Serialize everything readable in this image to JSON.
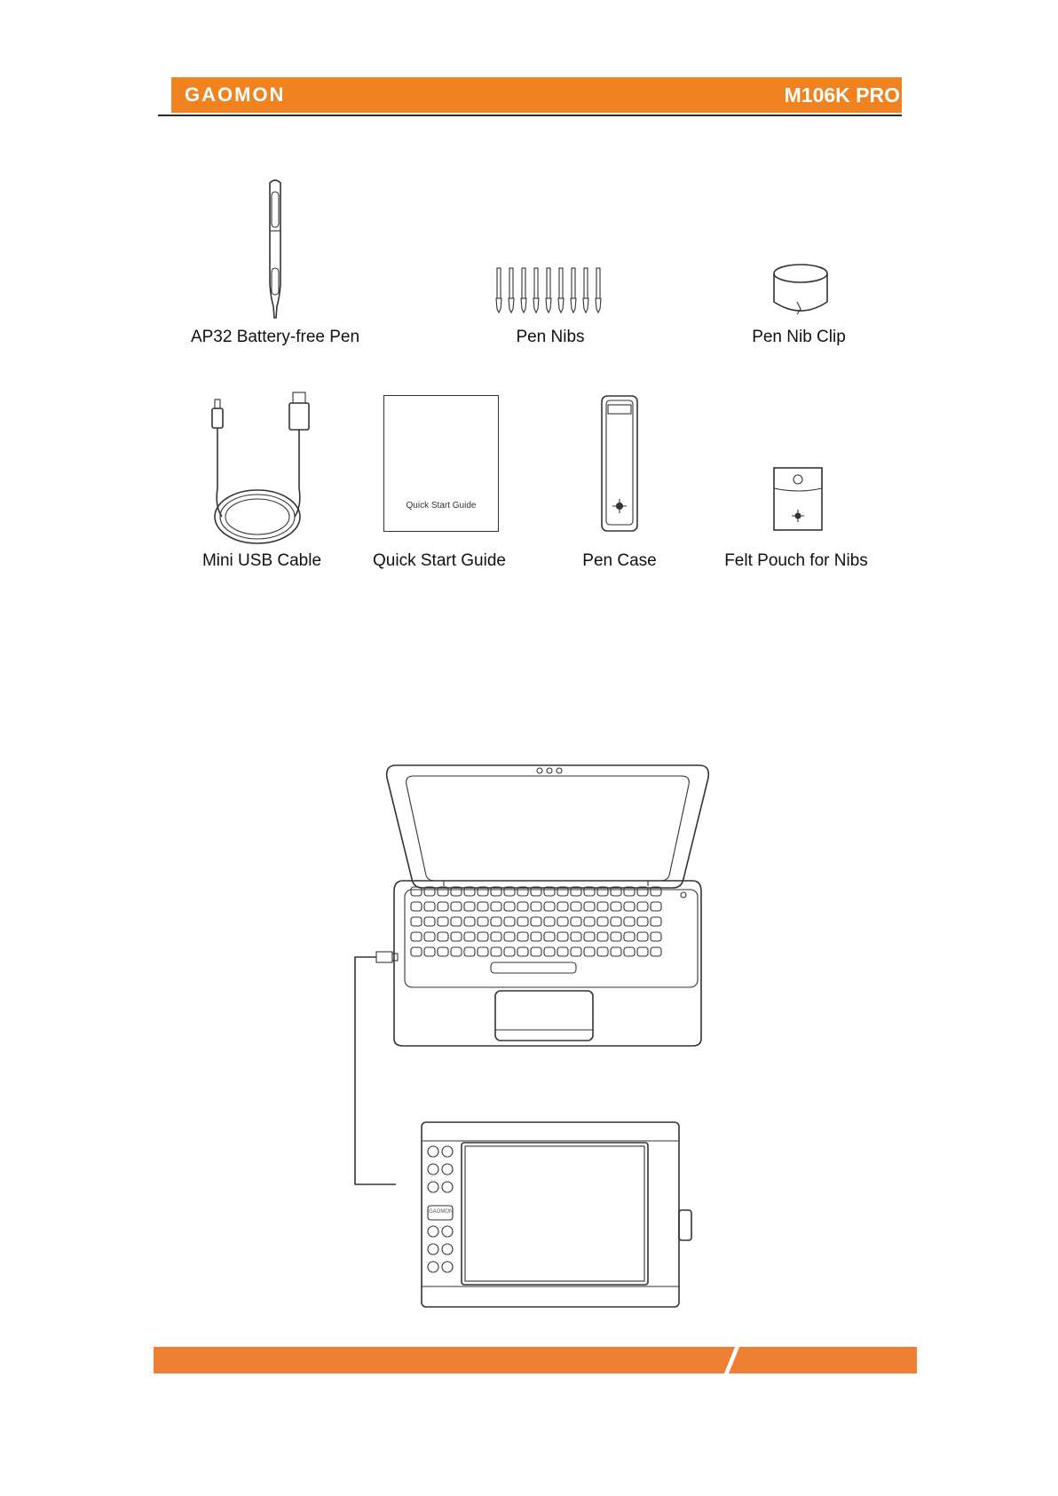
{
  "header": {
    "brand": "GAOMON",
    "model": "M106K PRO",
    "color": "#F08220"
  },
  "package_items": [
    {
      "label": "AP32 Battery-free Pen",
      "icon": "pen-illustration"
    },
    {
      "label": "Pen Nibs",
      "icon": "pen-nibs-illustration"
    },
    {
      "label": "Pen Nib Clip",
      "icon": "nib-clip-illustration"
    },
    {
      "label": "Mini USB Cable",
      "icon": "usb-cable-illustration"
    },
    {
      "label": "Quick Start Guide",
      "icon": "guide-booklet-illustration"
    },
    {
      "label": "Pen Case",
      "icon": "pen-case-illustration"
    },
    {
      "label": "Felt Pouch for Nibs",
      "icon": "felt-pouch-illustration"
    }
  ],
  "guide_cover_text": "Quick Start Guide",
  "connection_diagram": {
    "laptop": "laptop-illustration",
    "tablet": "tablet-illustration",
    "tablet_logo": "GAOMON"
  },
  "footer": {
    "color": "#EF7F32"
  }
}
